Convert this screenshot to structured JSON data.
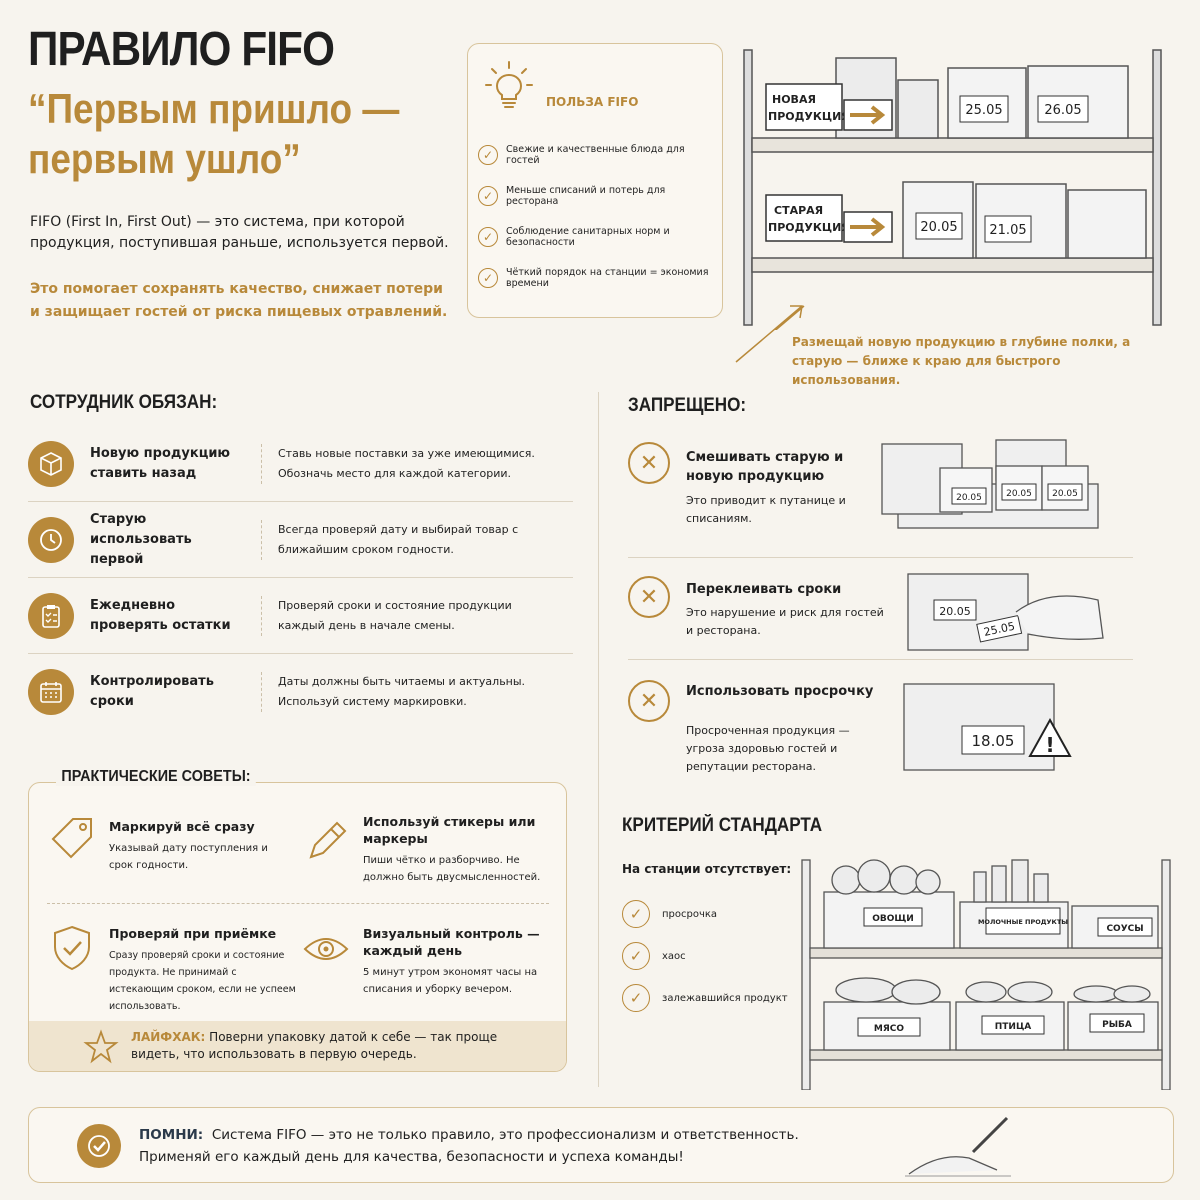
{
  "header": {
    "title": "ПРАВИЛО FIFO",
    "subtitle": "“Первым пришло — первым ушло”",
    "intro": "FIFO (First In, First Out) — это система, при которой продукция, поступившая раньше, используется первой.",
    "intro_accent": "Это помогает сохранять качество, снижает потери и защищает гостей от риска пищевых отравлений."
  },
  "benefits": {
    "title": "ПОЛЬЗА FIFO",
    "items": [
      "Свежие и качественные блюда для гостей",
      "Меньше списаний и потерь для ресторана",
      "Соблюдение санитарных норм и безопасности",
      "Чёткий порядок на станции = экономия времени"
    ]
  },
  "shelf": {
    "new_label": "НОВАЯ ПРОДУКЦИЯ",
    "old_label": "СТАРАЯ ПРОДУКЦИЯ",
    "dates_top": [
      "25.05",
      "26.05"
    ],
    "dates_bottom": [
      "20.05",
      "21.05"
    ],
    "note": "Размещай новую продукцию в глубине полки, а старую — ближе к краю для быстрого использования."
  },
  "duties": {
    "title": "СОТРУДНИК ОБЯЗАН:",
    "items": [
      {
        "title": "Новую продукцию ставить назад",
        "desc": "Ставь новые поставки за уже имеющимися. Обозначь место для каждой категории."
      },
      {
        "title": "Старую использовать первой",
        "desc": "Всегда проверяй дату и выбирай товар с ближайшим сроком годности."
      },
      {
        "title": "Ежедневно проверять остатки",
        "desc": "Проверяй сроки и состояние продукции каждый день в начале смены."
      },
      {
        "title": "Контролировать сроки",
        "desc": "Даты должны быть читаемы и актуальны. Используй систему маркировки."
      }
    ]
  },
  "forbidden": {
    "title": "ЗАПРЕЩЕНО:",
    "items": [
      {
        "title": "Смешивать старую и новую продукцию",
        "desc": "Это приводит к путанице и списаниям.",
        "dates": [
          "20.05",
          "20.05",
          "20.05"
        ]
      },
      {
        "title": "Переклеивать сроки",
        "desc": "Это нарушение и риск для гостей и ресторана.",
        "dates": [
          "20.05",
          "25.05"
        ]
      },
      {
        "title": "Использовать просрочку",
        "desc": "Просроченная продукция — угроза здоровью гостей и репутации ресторана.",
        "dates": [
          "18.05"
        ]
      }
    ]
  },
  "tips": {
    "title": "ПРАКТИЧЕСКИЕ СОВЕТЫ:",
    "items": [
      {
        "title": "Маркируй всё сразу",
        "desc": "Указывай дату поступления и срок годности."
      },
      {
        "title": "Используй стикеры или маркеры",
        "desc": "Пиши чётко и разборчиво. Не должно быть двусмысленностей."
      },
      {
        "title": "Проверяй при приёмке",
        "desc": "Сразу проверяй сроки и состояние продукта. Не принимай с истекающим сроком, если не успеем использовать."
      },
      {
        "title": "Визуальный контроль — каждый день",
        "desc": "5 минут утром экономят часы на списания и уборку вечером."
      }
    ],
    "lifehack_label": "ЛАЙФХАК:",
    "lifehack_text": "Поверни упаковку датой к себе — так проще видеть, что использовать в первую очередь."
  },
  "criteria": {
    "title": "КРИТЕРИЙ СТАНДАРТА",
    "subtitle": "На станции отсутствует:",
    "items": [
      "просрочка",
      "хаос",
      "залежавшийся продукт"
    ],
    "shelf_labels": [
      "ОВОЩИ",
      "МОЛОЧНЫЕ ПРОДУКТЫ",
      "СОУСЫ",
      "МЯСО",
      "ПТИЦА",
      "РЫБА"
    ]
  },
  "remember": {
    "label": "ПОМНИ:",
    "line1": "Система FIFO — это не только правило, это профессионализм и ответственность.",
    "line2": "Применяй его каждый день для качества, безопасности и успеха команды!"
  },
  "colors": {
    "accent": "#b8893a",
    "background": "#f7f4ee",
    "text": "#1f1f1f"
  }
}
